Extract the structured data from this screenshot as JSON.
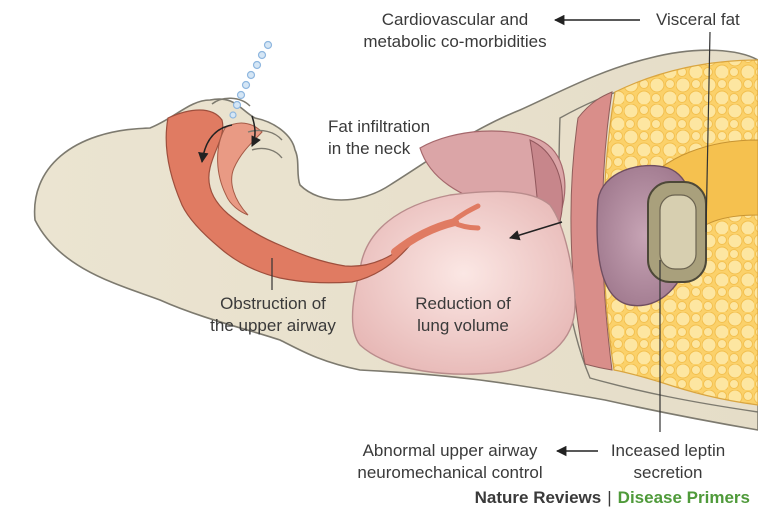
{
  "labels": {
    "cardio": [
      "Cardiovascular and",
      "metabolic co-morbidities"
    ],
    "visceral_fat": "Visceral fat",
    "fat_neck": [
      "Fat infiltration",
      "in the neck"
    ],
    "obstruction": [
      "Obstruction of",
      "the upper airway"
    ],
    "lung": [
      "Reduction of",
      "lung volume"
    ],
    "abnormal": [
      "Abnormal upper airway",
      "neuromechanical control"
    ],
    "leptin": [
      "Inceased leptin",
      "secretion"
    ]
  },
  "credit": {
    "publication": "Nature Reviews",
    "separator": "|",
    "series": "Disease Primers"
  },
  "colors": {
    "skin": "#e9e2cf",
    "skin_outline": "#7d7a6f",
    "airway": "#e07b62",
    "lung": "#f0d2d0",
    "lung_dark": "#c9868b",
    "fat": "#fbd76a",
    "fat_light": "#fde9a3",
    "organ": "#b08ca0",
    "bubbles": "#8fb7df",
    "accent_green": "#4f9a3a"
  },
  "icons": [
    "bubbles-icon",
    "arrow-icon"
  ]
}
